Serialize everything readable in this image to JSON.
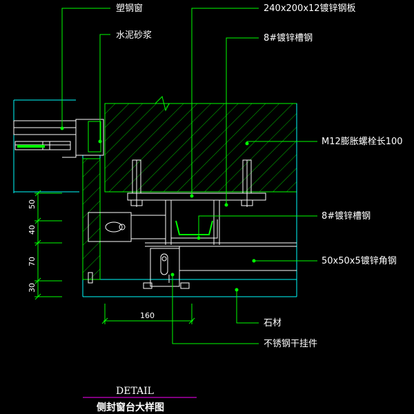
{
  "labels": {
    "plastic_steel_window": "塑钢窗",
    "cement_mortar": "水泥砂浆",
    "galv_plate": "240x200x12镀锌钢板",
    "channel_top": "8#镀锌槽钢",
    "bolt": "M12膨胀螺栓长100",
    "channel_mid": "8#镀锌槽钢",
    "angle_steel": "50x50x5镀锌角钢",
    "stone": "石材",
    "hanger": "不锈钢干挂件"
  },
  "dimensions": {
    "d1": "50",
    "d2": "40",
    "d3": "70",
    "d4": "30",
    "width": "160"
  },
  "title": {
    "main": "DETAIL",
    "sub": "侧封窗台大样图"
  },
  "colors": {
    "green": "#00ff00",
    "cyan": "#00ffff",
    "white": "#ffffff",
    "magenta": "#ff00ff"
  }
}
